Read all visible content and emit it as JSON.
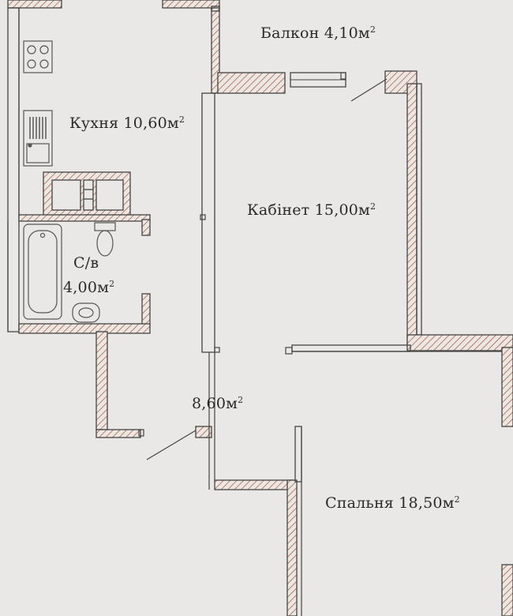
{
  "area_unit": "м",
  "area_unit_power": "2",
  "rooms": {
    "balcony": {
      "name": "Балкон",
      "area": "4,10"
    },
    "kitchen": {
      "name": "Кухня",
      "area": "10,60"
    },
    "study": {
      "name": "Кабінет",
      "area": "15,00"
    },
    "bathroom": {
      "name": "С/в",
      "area": "4,00"
    },
    "hallway": {
      "area": "8,60"
    },
    "bedroom": {
      "name": "Спальня",
      "area": "18,50"
    }
  },
  "colors": {
    "paper": "#e9e8e6",
    "wall_line": "#444444",
    "hatch": "#a0523a",
    "fixture": "#555555"
  }
}
